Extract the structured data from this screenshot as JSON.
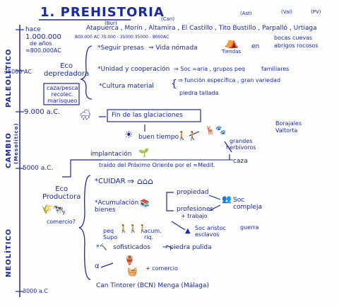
{
  "title": "1. PREHISTORIA",
  "periods": {
    "paleolitico": "PALEOLÍTICO",
    "cambio": "CAMBIO",
    "cambio_sub": "(Mesolítico)",
    "neolitico": "NEOLÍTICO"
  },
  "dates": {
    "hace": "hace",
    "d1": "1.000.000",
    "d1_unit": "de años",
    "d2": "≈800.000AC",
    "d3": "35000 AC",
    "d4": "9.000 a.C.",
    "d5": "5000 a.C.",
    "d6": "3000 a.C"
  },
  "sites": {
    "line": "Atapuerca , Morín , Altamira , El Castillo , Tito Bustillo , Parpalló , Urtiaga",
    "bur": "(Bur)",
    "can": "(Can)",
    "ast": "(Ast)",
    "val": "(Val)",
    "pv": "(PV)",
    "dates_small": "800.000 AC   70.000 - 35000   35000 - 8000AC"
  },
  "paleo": {
    "item1": "*Seguir presas",
    "item1_result": "⇒ Vida nómada",
    "hut_label": "Tiendas",
    "en": "en",
    "shelter": "bocas cuevas\nabrigos rocosos",
    "eco": "Eco\ndepredadora",
    "activities": "caza/pesca\nrecolec.\nmarisqueo",
    "item2": "*Unidad y cooperación",
    "item2_result": "⇒ Soc =aria , grupos peq",
    "families": "familiares",
    "item3": "*Cultura material",
    "item3_a": "⇒ función específica , gran variedad",
    "item3_b": "piedra tallada"
  },
  "cambio": {
    "glaciations": "Fin de las glaciaciones",
    "good_weather": "buen tiempo",
    "big_herbivores": "grandes\nherbívoros",
    "caza": "caza",
    "sites": "Borajales\nValtorta",
    "implant": "implantación",
    "brought": "traído del Próximo Oriente por el ≈Medit."
  },
  "neo": {
    "eco": "Eco\nProductora",
    "and": "y",
    "trade": "comercio?",
    "care": "*CUIDAR",
    "accumulation": "*Acumulación\nbienes",
    "property": "propiedad",
    "professions": "profesiones",
    "work": "+ trabajo",
    "soc": "Soc\ncompleja",
    "small_fish": "peq\nSupo",
    "accum": "acum.\nriq.",
    "soc_aristoc": "Soc aristoc\nesclavos",
    "guerra": "guerra",
    "sophisticated": "sofisticados",
    "polished": "⇒ piedra pulida",
    "alpha": "α",
    "trade2": "+ comercio",
    "sites_bottom": "Can Tintorer (BCN)  Menga (Málaga)"
  }
}
